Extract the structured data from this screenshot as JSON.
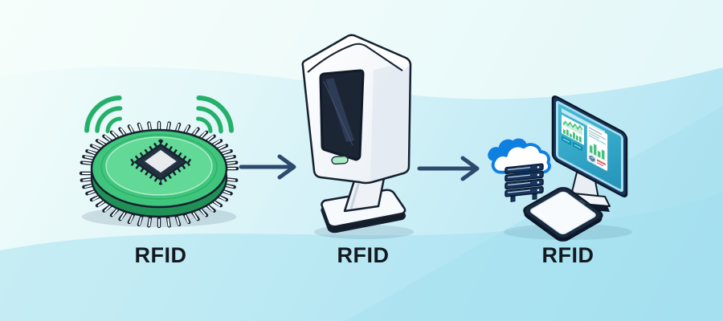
{
  "diagram": {
    "description": "RFID process flow illustration",
    "stages": [
      {
        "id": "rfid-tag",
        "label": "RFID",
        "icon": "rfid-tag-icon"
      },
      {
        "id": "rfid-scanner",
        "label": "RFID",
        "icon": "rfid-scanner-icon"
      },
      {
        "id": "rfid-system",
        "label": "RFID",
        "icon": "rfid-computer-cloud-icon"
      }
    ],
    "arrows": [
      {
        "from": "rfid-tag",
        "to": "rfid-scanner"
      },
      {
        "from": "rfid-scanner",
        "to": "rfid-system"
      }
    ]
  },
  "theme": {
    "bg-bottom": "#abe2f1",
    "ink": "#15212f",
    "label-ink": "#14191f",
    "arrow-navy": "#2d4a6e",
    "tag-green": "#3fc57c",
    "tag-green-dark": "#1f9156",
    "tag-green-light": "#62d997",
    "wave-green": "#25b06a",
    "device-white": "#fbfdff",
    "screen-dark": "#1b2534",
    "button-green": "#a9edc7",
    "monitor-navy": "#17365d",
    "dashboard-teal": "#2ea9c8",
    "chart-green": "#44c07f",
    "alert-red": "#d65353",
    "cloud-blue": "#0f7fe0"
  }
}
